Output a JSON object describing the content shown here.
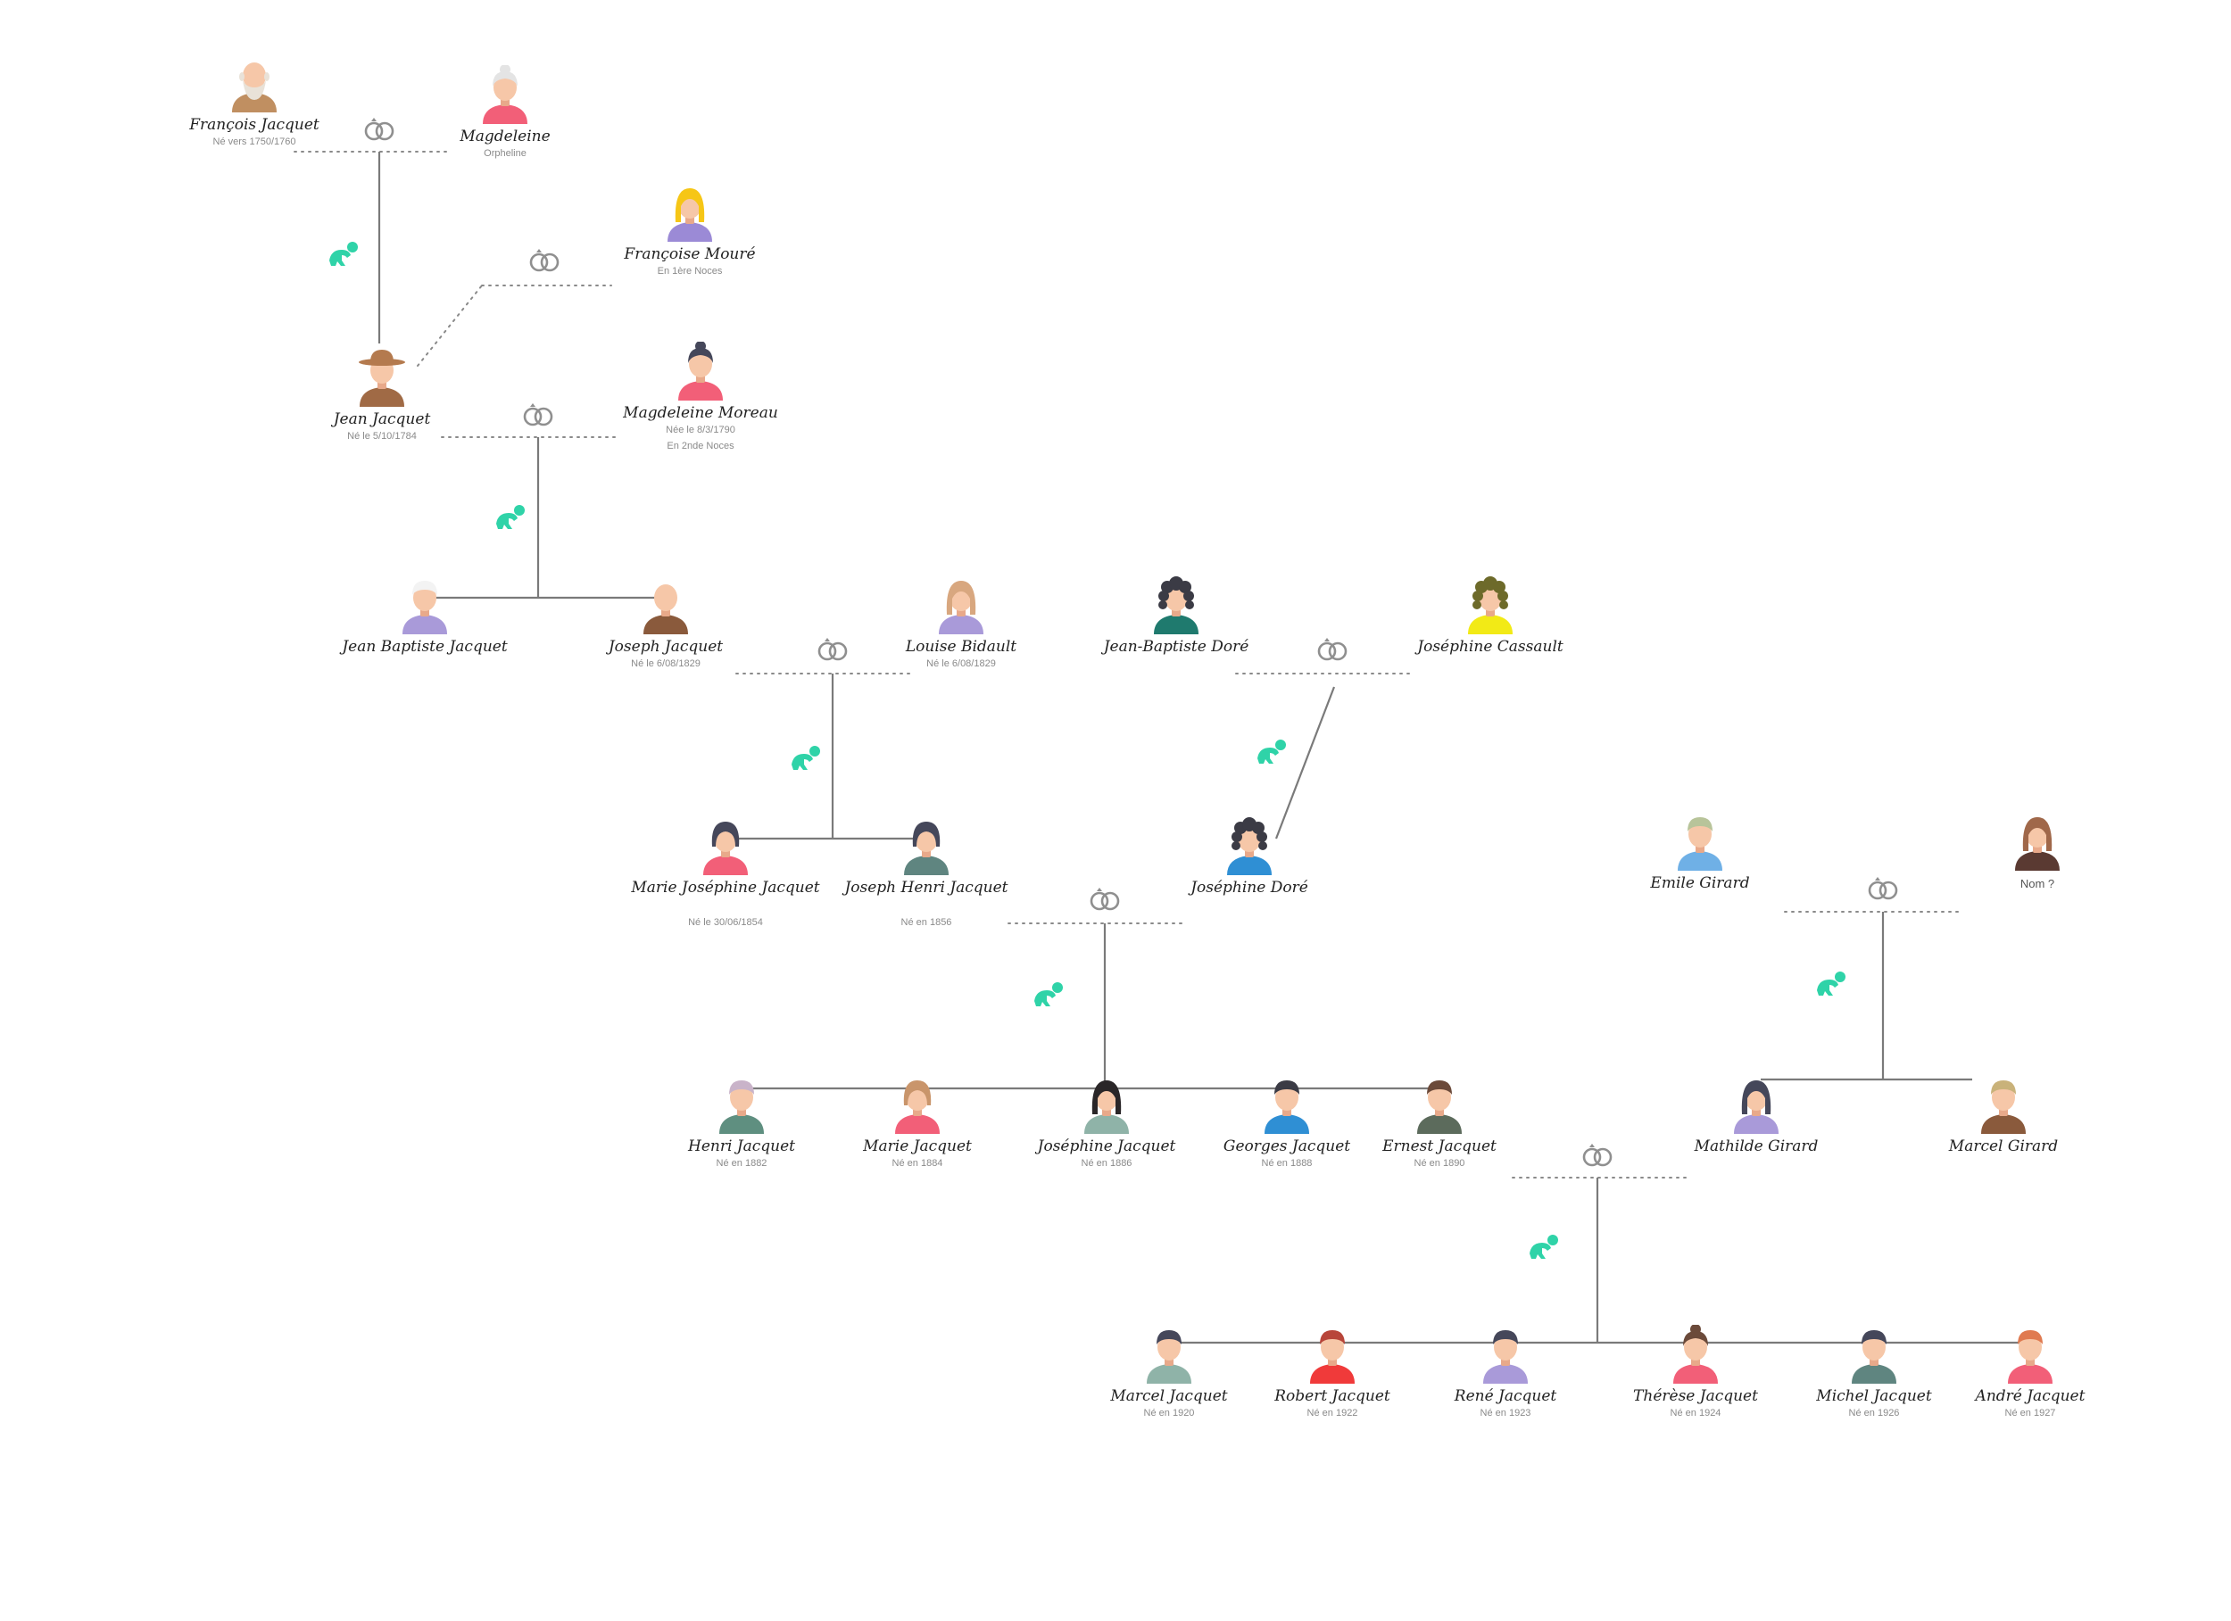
{
  "colors": {
    "line": "#7a7a7a",
    "dotted": "#8a8a8a",
    "ring": "#8f8f8f",
    "baby": "#2fd3a8",
    "skin": "#f6c7a8",
    "skin_dark": "#e8a98a"
  },
  "people": [
    {
      "id": "francois",
      "name": "François Jacquet",
      "notes": [
        "Né vers 1750/1760"
      ],
      "hair": "#e9e2d8",
      "shirt": "#c08f61",
      "style": "bald-beard"
    },
    {
      "id": "magdeleine",
      "name": "Magdeleine",
      "notes": [
        "Orpheline"
      ],
      "hair": "#e4e4e4",
      "shirt": "#f25f78",
      "style": "bun"
    },
    {
      "id": "francoise",
      "name": "Françoise Mouré",
      "notes": [
        "En 1ère Noces"
      ],
      "hair": "#f6c616",
      "shirt": "#9b8ad6",
      "style": "long"
    },
    {
      "id": "jean",
      "name": "Jean Jacquet",
      "notes": [
        "Né le 5/10/1784"
      ],
      "hair": "#b47a4e",
      "shirt": "#a06a45",
      "style": "hat"
    },
    {
      "id": "magdeleine_moreau",
      "name": "Magdeleine Moreau",
      "notes": [
        "Née le 8/3/1790",
        "En 2nde Noces"
      ],
      "hair": "#45475a",
      "shirt": "#f25f78",
      "style": "bun"
    },
    {
      "id": "jean_baptiste",
      "name": "Jean Baptiste Jacquet",
      "notes": [],
      "hair": "#f3f3f3",
      "shirt": "#a99ad9",
      "style": "short"
    },
    {
      "id": "joseph",
      "name": "Joseph Jacquet",
      "notes": [
        "Né le 6/08/1829"
      ],
      "hair": "#f6c7a8",
      "shirt": "#8a5a3c",
      "style": "bald"
    },
    {
      "id": "louise",
      "name": "Louise Bidault",
      "notes": [
        "Né le 6/08/1829"
      ],
      "hair": "#d8a77f",
      "shirt": "#a99ad9",
      "style": "long"
    },
    {
      "id": "jb_dore",
      "name": "Jean-Baptiste Doré",
      "notes": [],
      "hair": "#3b3b45",
      "shirt": "#1f7a6e",
      "style": "curly"
    },
    {
      "id": "josephine_cassault",
      "name": "Joséphine Cassault",
      "notes": [],
      "hair": "#6d6a2a",
      "shirt": "#f2ea16",
      "style": "curly"
    },
    {
      "id": "marie_josephine",
      "name": "Marie Joséphine Jacquet",
      "notes": [
        "Né le 30/06/1854"
      ],
      "hair": "#45475a",
      "shirt": "#f25f78",
      "style": "bob"
    },
    {
      "id": "joseph_henri",
      "name": "Joseph Henri Jacquet",
      "notes": [
        "Né en 1856"
      ],
      "hair": "#45475a",
      "shirt": "#5f8580",
      "style": "bob"
    },
    {
      "id": "josephine_dore",
      "name": "Joséphine Doré",
      "notes": [],
      "hair": "#3b3b45",
      "shirt": "#2f8fd4",
      "style": "curly"
    },
    {
      "id": "emile",
      "name": "Emile Girard",
      "notes": [],
      "hair": "#b8c49a",
      "shirt": "#6fb0e6",
      "style": "short"
    },
    {
      "id": "nom",
      "name": "",
      "notes": [
        "Nom ?"
      ],
      "hair": "#a0684a",
      "shirt": "#5a3a32",
      "style": "long"
    },
    {
      "id": "henri",
      "name": "Henri Jacquet",
      "notes": [
        "Né en 1882"
      ],
      "hair": "#c9b3c9",
      "shirt": "#5f8f80",
      "style": "short"
    },
    {
      "id": "marie",
      "name": "Marie Jacquet",
      "notes": [
        "Né en 1884"
      ],
      "hair": "#c9956b",
      "shirt": "#f25f78",
      "style": "bob"
    },
    {
      "id": "josephine",
      "name": "Joséphine Jacquet",
      "notes": [
        "Né en 1886"
      ],
      "hair": "#2a2628",
      "shirt": "#8fb3a8",
      "style": "long"
    },
    {
      "id": "georges",
      "name": "Georges Jacquet",
      "notes": [
        "Né en 1888"
      ],
      "hair": "#3b3b45",
      "shirt": "#2f8fd4",
      "style": "short"
    },
    {
      "id": "ernest",
      "name": "Ernest Jacquet",
      "notes": [
        "Né en 1890"
      ],
      "hair": "#6b4a3a",
      "shirt": "#5c6b5c",
      "style": "short"
    },
    {
      "id": "mathilde",
      "name": "Mathilde Girard",
      "notes": [],
      "hair": "#45475a",
      "shirt": "#a99ad9",
      "style": "long"
    },
    {
      "id": "marcel_girard",
      "name": "Marcel Girard",
      "notes": [],
      "hair": "#c9b27a",
      "shirt": "#8a5a3c",
      "style": "short"
    },
    {
      "id": "marcel",
      "name": "Marcel Jacquet",
      "notes": [
        "Né en 1920"
      ],
      "hair": "#45475a",
      "shirt": "#8fb3a8",
      "style": "short"
    },
    {
      "id": "robert",
      "name": "Robert Jacquet",
      "notes": [
        "Né en 1922"
      ],
      "hair": "#b8453a",
      "shirt": "#f03a3a",
      "style": "short"
    },
    {
      "id": "rene",
      "name": "René Jacquet",
      "notes": [
        "Né en 1923"
      ],
      "hair": "#45475a",
      "shirt": "#a99ad9",
      "style": "short"
    },
    {
      "id": "therese",
      "name": "Thérèse Jacquet",
      "notes": [
        "Né en 1924"
      ],
      "hair": "#6b4a3a",
      "shirt": "#f25f78",
      "style": "bun"
    },
    {
      "id": "michel",
      "name": "Michel Jacquet",
      "notes": [
        "Né en 1926"
      ],
      "hair": "#45475a",
      "shirt": "#5f8580",
      "style": "short"
    },
    {
      "id": "andre",
      "name": "André Jacquet",
      "notes": [
        "Né en 1927"
      ],
      "hair": "#e07a50",
      "shirt": "#f25f78",
      "style": "short"
    }
  ]
}
